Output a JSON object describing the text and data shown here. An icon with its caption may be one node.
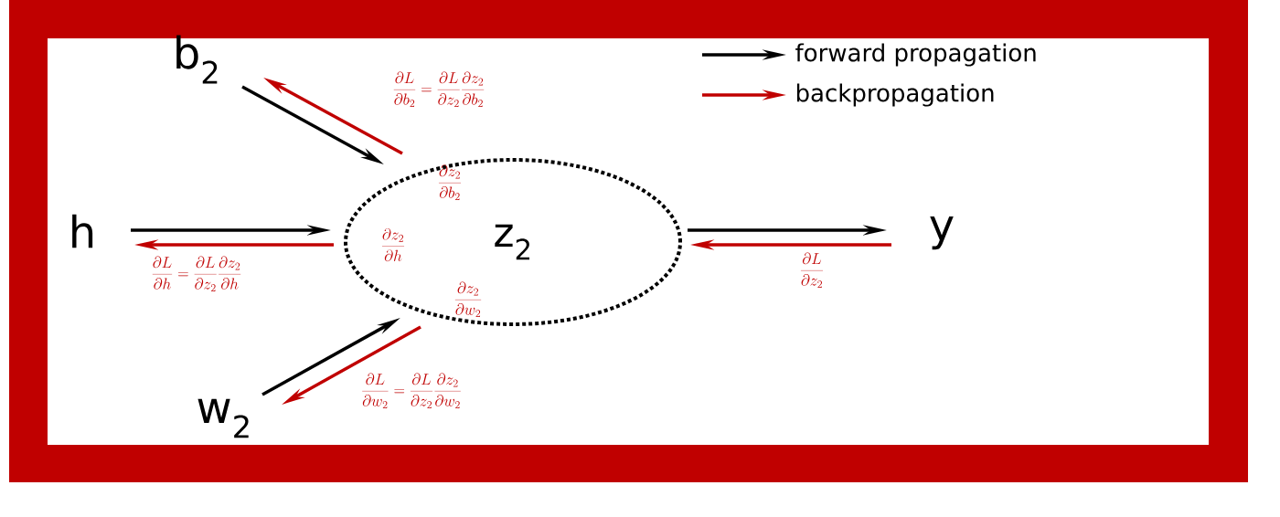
{
  "diagram": {
    "nodes": [
      {
        "text": [
          "b$_{2}$"
        ]
      },
      {
        "text": [
          "h"
        ]
      },
      {
        "text": [
          "w$_{2}$"
        ]
      },
      {
        "text": [
          "z$_{2}$"
        ]
      },
      {
        "text": [
          "y"
        ]
      }
    ],
    "edges": [
      {
        "from": 0,
        "to": 3,
        "arrow": "to"
      },
      {
        "from": 3,
        "to": 0,
        "arrow": "to",
        "color": "#c00000",
        "label": "\\frac{\\partial L}{\\partial b_2} = \\frac{\\partial L}{\\partial z_2}\\frac{\\partial z_2}{\\partial b_2}"
      },
      {
        "from": 1,
        "to": 3,
        "arrow": "to"
      },
      {
        "from": 3,
        "to": 1,
        "arrow": "to",
        "color": "#c00000",
        "label": "\\frac{\\partial L}{\\partial h} = \\frac{\\partial L}{\\partial z_2}\\frac{\\partial z_2}{\\partial h}"
      },
      {
        "from": 2,
        "to": 3,
        "arrow": "to"
      },
      {
        "from": 3,
        "to": 2,
        "arrow": "to",
        "color": "#c00000",
        "label": "\\frac{\\partial L}{\\partial w_2} = \\frac{\\partial L}{\\partial z_2}\\frac{\\partial z_2}{\\partial w_2}"
      },
      {
        "from": 3,
        "to": 4,
        "arrow": "to"
      },
      {
        "from": 4,
        "to": 3,
        "arrow": "to",
        "color": "#c00000",
        "label": "\\frac{\\partial L}{\\partial z_2}"
      }
    ],
    "labels": [
      "\\frac{\\partial z_2}{\\partial b_2}",
      "\\frac{\\partial z_2}{\\partial h}",
      "\\frac{\\partial z_2}{\\partial w_2}"
    ],
    "legend": [
      {
        "text": "forward propagation"
      },
      {
        "text": "backpropagation"
      }
    ]
  }
}
